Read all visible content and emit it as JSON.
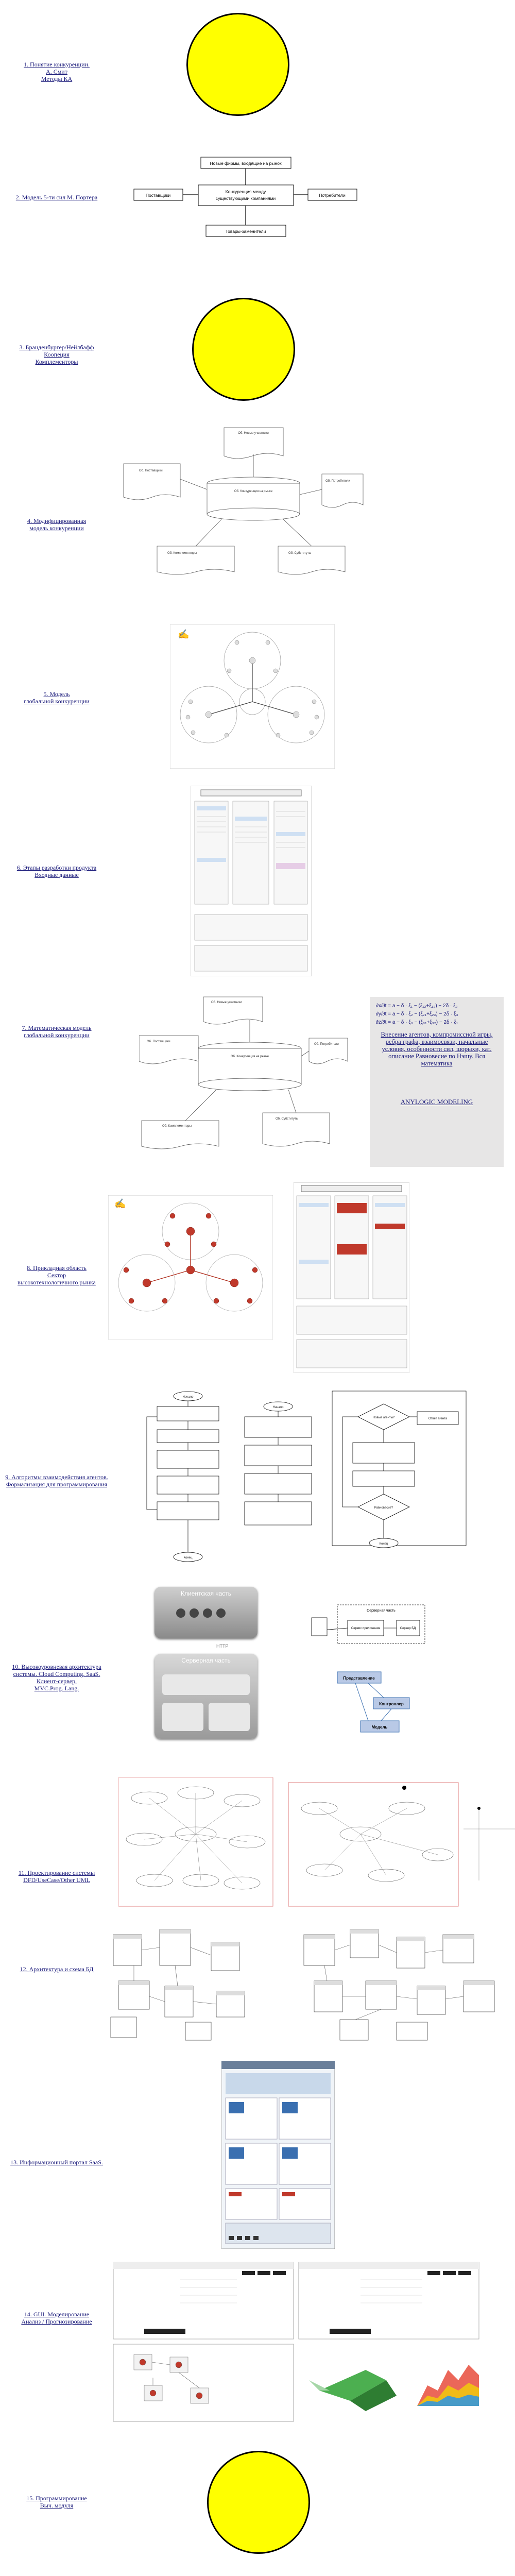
{
  "sections": [
    {
      "label": "1. Понятие конкуренции.\nА. Смит\nМетоды КА"
    },
    {
      "label": "2. Модель 5-ти сил М. Портера"
    },
    {
      "label": "3. Бранденбургер/Нейлбафф\nКоопеция\nКомплементоры"
    },
    {
      "label": "4. Модифицированная\nмодель конкуренции"
    },
    {
      "label": "5. Модель\nглобальной конкуренции"
    },
    {
      "label": "6. Этапы разработки продукта\nВходные данные"
    },
    {
      "label": "7. Математическая модель\nглобальной конкуренции"
    },
    {
      "label": "8. Прикладная область\nСектор\nвысокотехнологичного рынка"
    },
    {
      "label": "9. Алгоритмы взаимодействия агентов.\nФормализация для программирования"
    },
    {
      "label": "10. Высокоуровневая архитектура\nсистемы. Cloud Computing. SaaS.\nКлиент-сервер.\nMVC.Prog. Lang."
    },
    {
      "label": "11. Проектирование системы\nDFD/UseCase/Other UML"
    },
    {
      "label": "12. Архитектура и схема БД"
    },
    {
      "label": "13. Информационный портал SaaS."
    },
    {
      "label": "14. GUI. Моделирование\nАнализ / Прогнозирование"
    },
    {
      "label": "15. Программирование\nВыч. модуля"
    }
  ],
  "porter": {
    "top": "Новые фирмы, входящие на рынок",
    "left": "Поставщики",
    "center": "Конкуренция между\nсуществующими компаниями",
    "right": "Потребители",
    "bottom": "Товары-заменители"
  },
  "textblock": {
    "body": "Внесение агентов, компромиссной игры, ребра графа, взаимосвязи, начальные условия, особенности сил, шорыхи, кат. описание Равновесие по Нэшу. Вся математика",
    "footer": "ANYLOGIC  MODELING"
  },
  "architecture": {
    "client_title": "Клиентская часть",
    "server_title": "Серверная часть",
    "protocol": "HTTP",
    "view": "Представление",
    "controller": "Контроллер",
    "model": "Модель",
    "client_label": "Клиентская часть",
    "server_label": "Серверная часть",
    "client_module": "Сервис приложения",
    "db_module": "Сервер баз данных"
  },
  "colors": {
    "circle": "#ffff00",
    "label": "#1a1a7a",
    "accent_red": "#c0392b",
    "accent_blue": "#3a6fb0"
  }
}
